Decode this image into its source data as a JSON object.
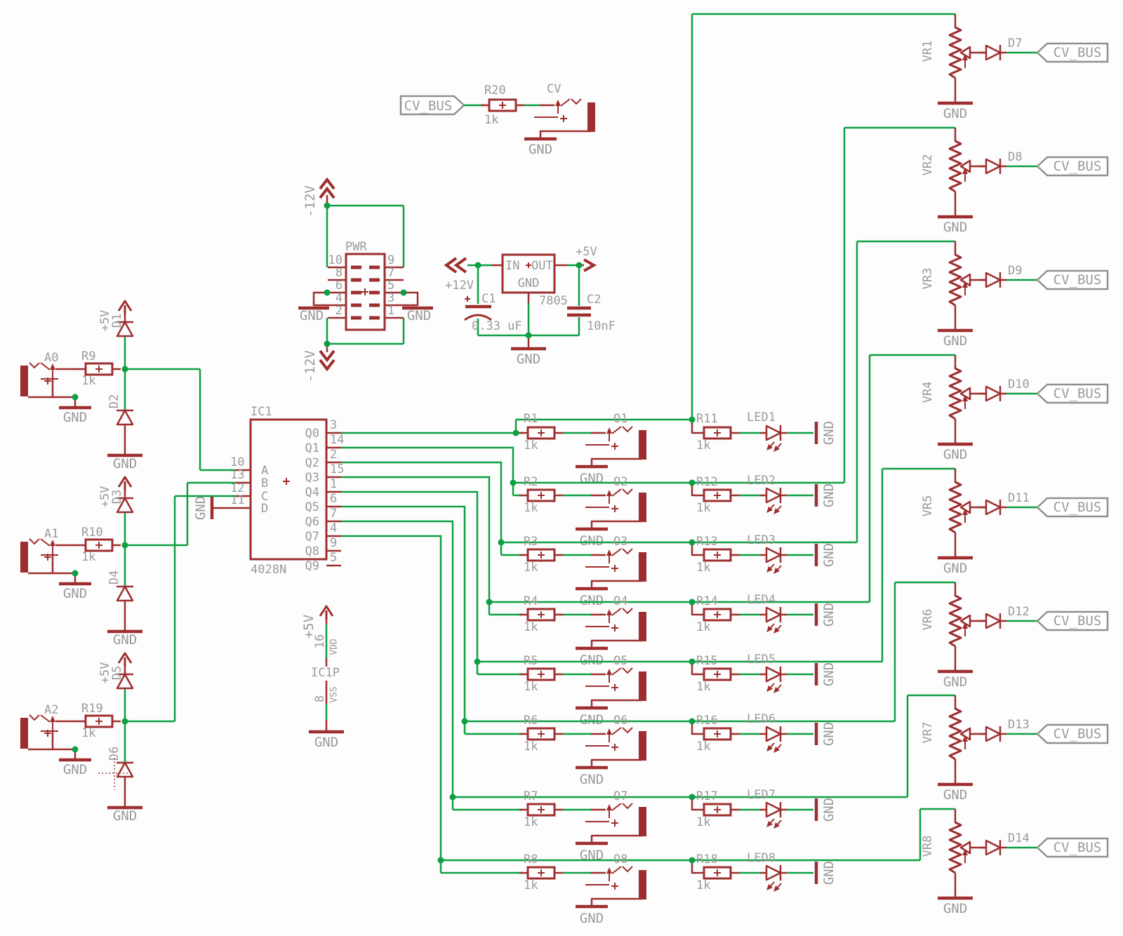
{
  "shared": {
    "gnd": "GND",
    "plus5v": "+5V",
    "minus12v": "-12V",
    "plus12v": "+12V"
  },
  "top_cv": {
    "flag": "CV_BUS",
    "resistor": "R20",
    "value": "1k",
    "jack": "CV"
  },
  "pwr": {
    "title": "PWR",
    "pins_left": [
      "10",
      "8",
      "6",
      "4",
      "2"
    ],
    "pins_right": [
      "9",
      "7",
      "5",
      "3",
      "1"
    ]
  },
  "regulator": {
    "in_label": "IN",
    "out_label": "OUT",
    "gnd_label": "GND",
    "part": "7805",
    "c1": "C1",
    "c1_value": "0.33 uF",
    "c2": "C2",
    "c2_value": "10nF"
  },
  "ic1": {
    "name": "IC1",
    "value": "4028N",
    "inputs": [
      {
        "pin": "10",
        "name": "A"
      },
      {
        "pin": "13",
        "name": "B"
      },
      {
        "pin": "12",
        "name": "C"
      },
      {
        "pin": "11",
        "name": "D"
      }
    ],
    "outputs": [
      {
        "pin": "3",
        "name": "Q0"
      },
      {
        "pin": "14",
        "name": "Q1"
      },
      {
        "pin": "2",
        "name": "Q2"
      },
      {
        "pin": "15",
        "name": "Q3"
      },
      {
        "pin": "1",
        "name": "Q4"
      },
      {
        "pin": "6",
        "name": "Q5"
      },
      {
        "pin": "7",
        "name": "Q6"
      },
      {
        "pin": "4",
        "name": "Q7"
      },
      {
        "pin": "9",
        "name": "Q8"
      },
      {
        "pin": "5",
        "name": "Q9"
      }
    ]
  },
  "ic1p": {
    "name": "IC1P",
    "vdd_pin": "16",
    "vdd": "VDD",
    "vss_pin": "8",
    "vss": "VSS"
  },
  "inputs": [
    {
      "jack": "A0",
      "resistor": "R9",
      "value": "1k",
      "d_up": "D1",
      "d_down": "D2"
    },
    {
      "jack": "A1",
      "resistor": "R10",
      "value": "1k",
      "d_up": "D3",
      "d_down": "D4"
    },
    {
      "jack": "A2",
      "resistor": "R19",
      "value": "1k",
      "d_up": "D5",
      "d_down": "D6"
    }
  ],
  "rows": [
    {
      "resistor": "R1",
      "value": "1k",
      "jack": "O1",
      "led_resistor": "R11",
      "led": "LED1"
    },
    {
      "resistor": "R2",
      "value": "1k",
      "jack": "O2",
      "led_resistor": "R12",
      "led": "LED2"
    },
    {
      "resistor": "R3",
      "value": "1k",
      "jack": "O3",
      "led_resistor": "R13",
      "led": "LED3"
    },
    {
      "resistor": "R4",
      "value": "1k",
      "jack": "O4",
      "led_resistor": "R14",
      "led": "LED4"
    },
    {
      "resistor": "R5",
      "value": "1k",
      "jack": "O5",
      "led_resistor": "R15",
      "led": "LED5"
    },
    {
      "resistor": "R6",
      "value": "1k",
      "jack": "O6",
      "led_resistor": "R16",
      "led": "LED6"
    },
    {
      "resistor": "R7",
      "value": "1k",
      "jack": "O7",
      "led_resistor": "R17",
      "led": "LED7"
    },
    {
      "resistor": "R8",
      "value": "1k",
      "jack": "O8",
      "led_resistor": "R18",
      "led": "LED8"
    }
  ],
  "vr_channels": [
    {
      "pot": "VR1",
      "diode": "D7",
      "flag": "CV_BUS"
    },
    {
      "pot": "VR2",
      "diode": "D8",
      "flag": "CV_BUS"
    },
    {
      "pot": "VR3",
      "diode": "D9",
      "flag": "CV_BUS"
    },
    {
      "pot": "VR4",
      "diode": "D10",
      "flag": "CV_BUS"
    },
    {
      "pot": "VR5",
      "diode": "D11",
      "flag": "CV_BUS"
    },
    {
      "pot": "VR6",
      "diode": "D12",
      "flag": "CV_BUS"
    },
    {
      "pot": "VR7",
      "diode": "D13",
      "flag": "CV_BUS"
    },
    {
      "pot": "VR8",
      "diode": "D14",
      "flag": "CV_BUS"
    }
  ]
}
